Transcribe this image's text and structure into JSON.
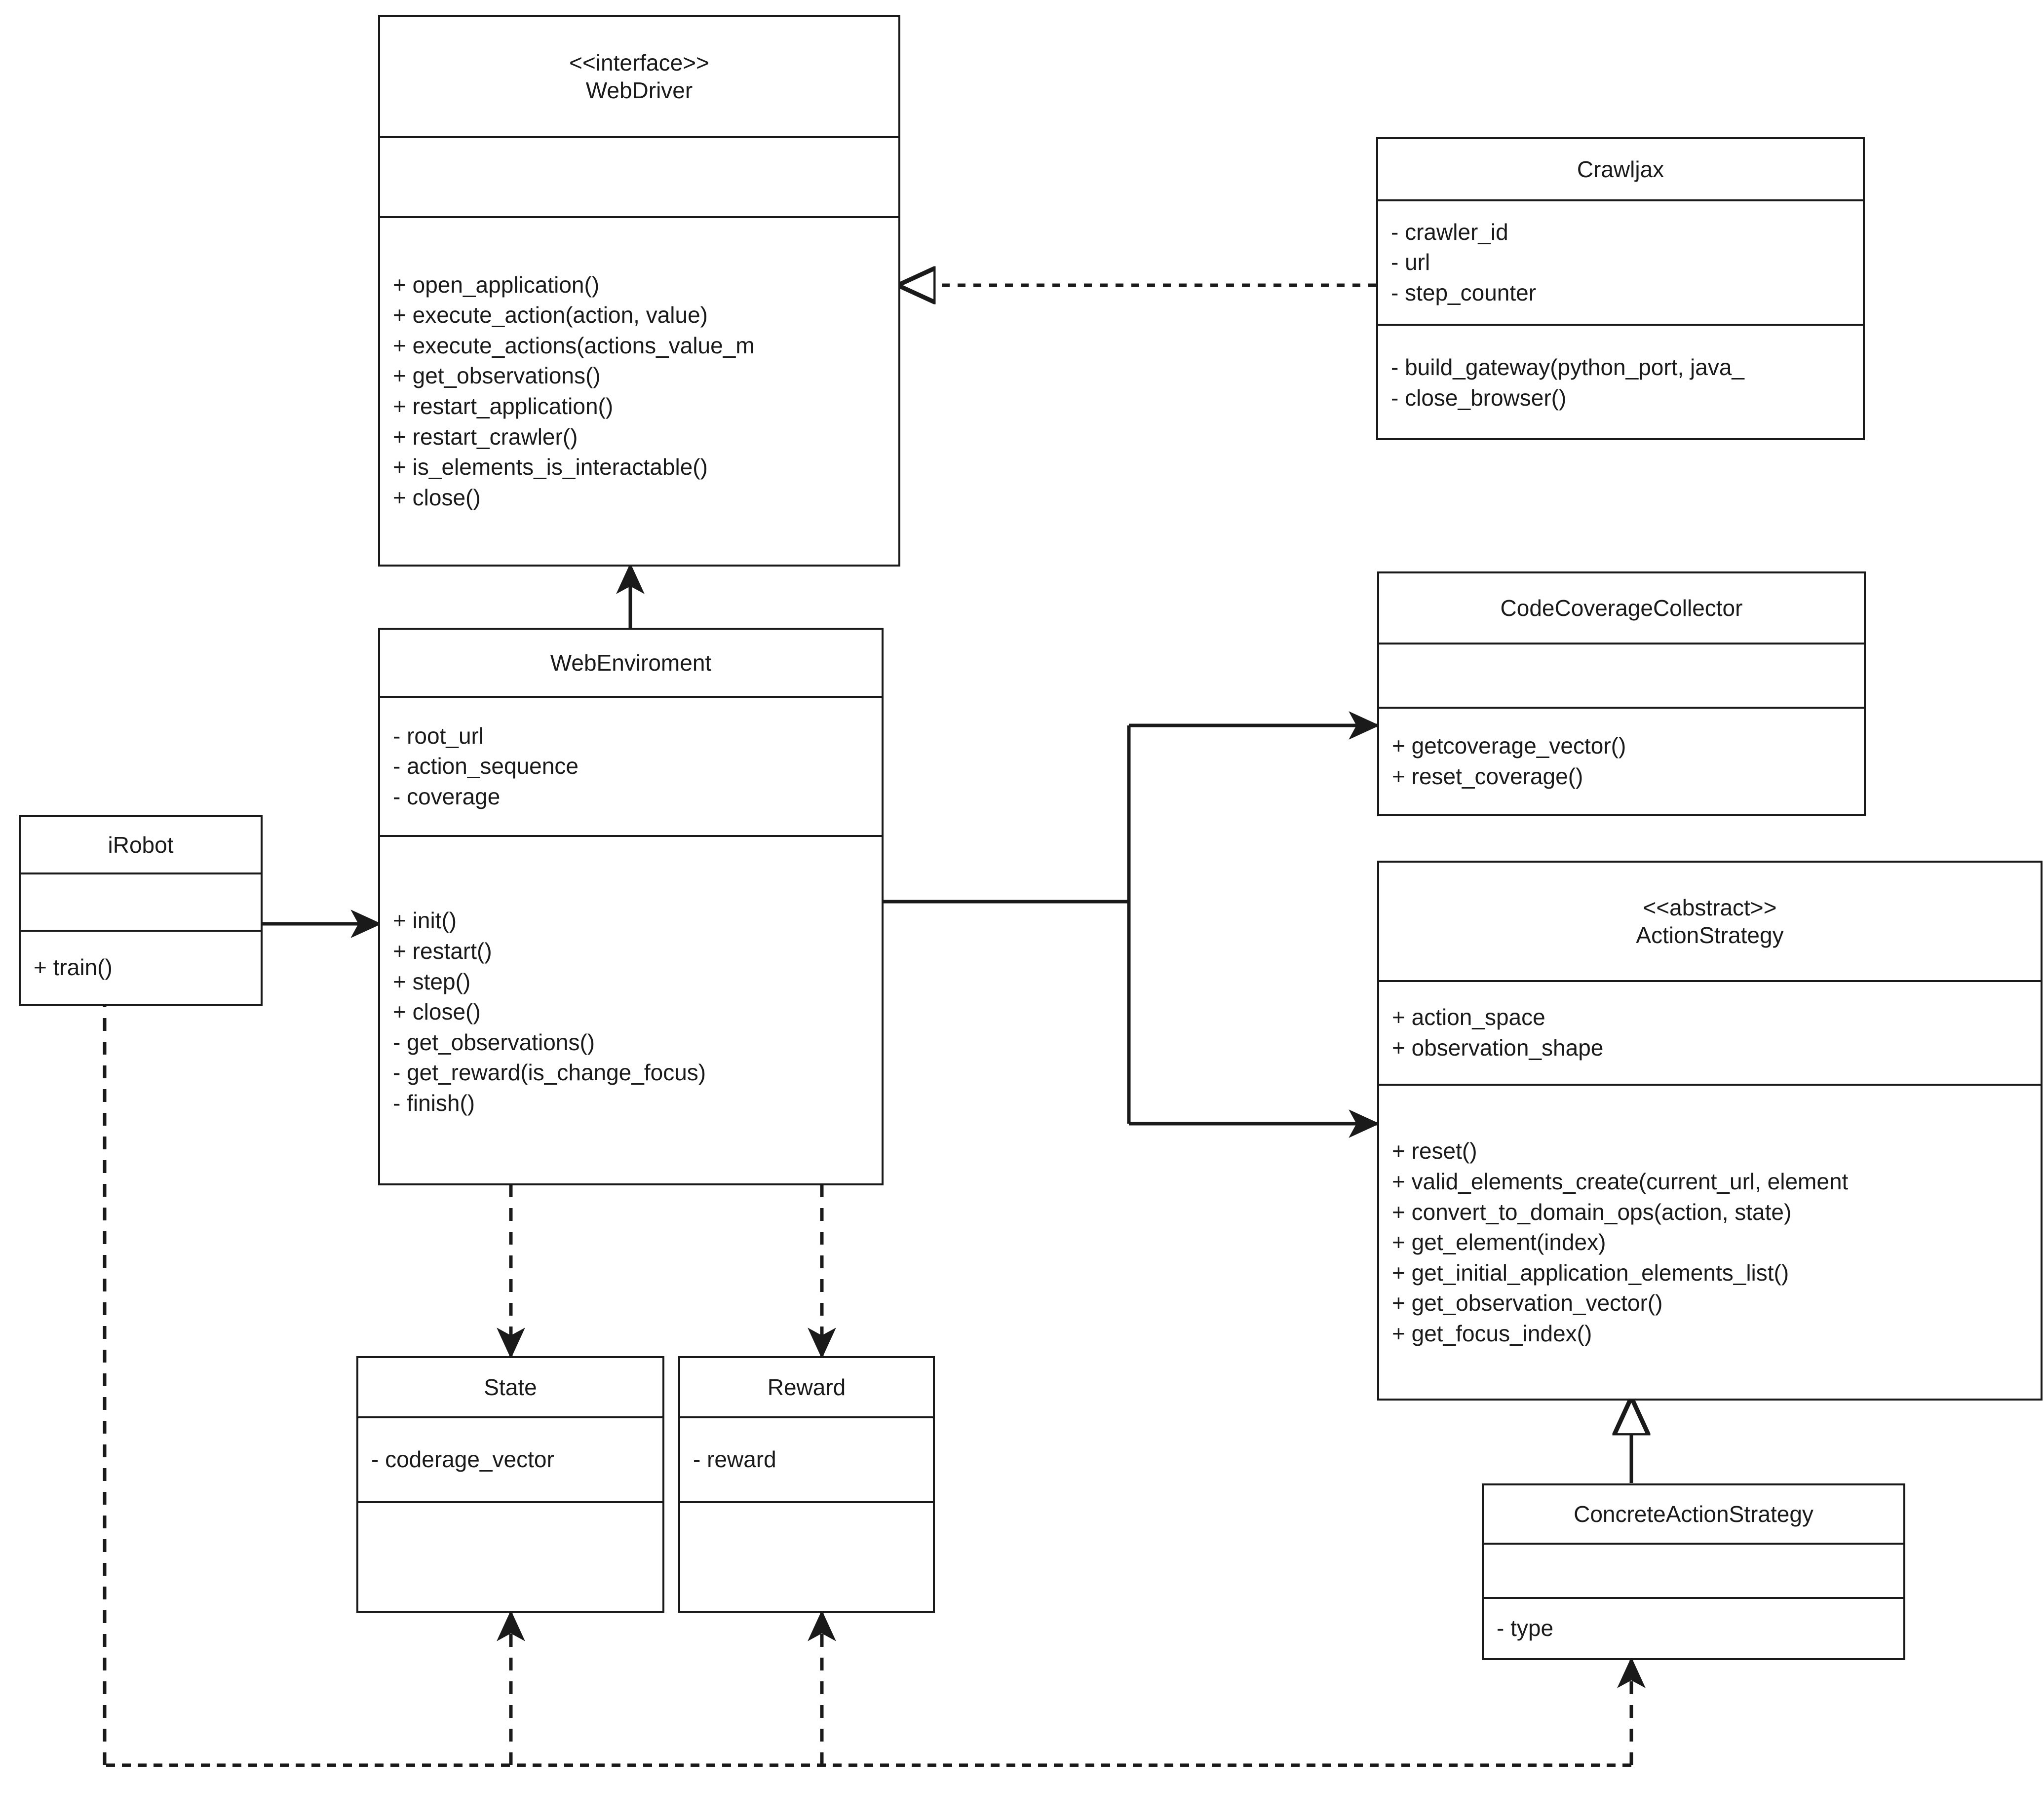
{
  "diagram": {
    "kind": "uml-class-diagram",
    "background": "#ffffff",
    "line_color": "#1a1a1a"
  },
  "classes": {
    "webdriver": {
      "stereotype": "<<interface>>",
      "name": "WebDriver",
      "attributes": [],
      "methods": [
        "+ open_application()",
        "+ execute_action(action, value)",
        "+ execute_actions(actions_value_m",
        "+ get_observations()",
        "+ restart_application()",
        "+ restart_crawler()",
        "+ is_elements_is_interactable()",
        "+ close()"
      ]
    },
    "crawljax": {
      "stereotype": "",
      "name": "Crawljax",
      "attributes": [
        "- crawler_id",
        "- url",
        "- step_counter"
      ],
      "methods": [
        "- build_gateway(python_port, java_",
        "- close_browser()"
      ]
    },
    "codecoveragecollector": {
      "stereotype": "",
      "name": "CodeCoverageCollector",
      "attributes": [],
      "methods": [
        "+ getcoverage_vector()",
        "+ reset_coverage()"
      ]
    },
    "webenviroment": {
      "stereotype": "",
      "name": "WebEnviroment",
      "attributes": [
        "- root_url",
        "- action_sequence",
        "- coverage"
      ],
      "methods": [
        "+ init()",
        "+ restart()",
        "+ step()",
        "+ close()",
        "- get_observations()",
        "- get_reward(is_change_focus)",
        "- finish()"
      ]
    },
    "irobot": {
      "stereotype": "",
      "name": "iRobot",
      "attributes": [],
      "methods": [
        "+ train()"
      ]
    },
    "actionstrategy": {
      "stereotype": "<<abstract>>",
      "name": "ActionStrategy",
      "attributes": [
        "+ action_space",
        "+ observation_shape"
      ],
      "methods": [
        "+ reset()",
        "+ valid_elements_create(current_url, element",
        "+ convert_to_domain_ops(action, state)",
        "+ get_element(index)",
        "+ get_initial_application_elements_list()",
        "+ get_observation_vector()",
        "+ get_focus_index()"
      ]
    },
    "state": {
      "stereotype": "",
      "name": "State",
      "attributes": [
        "- coderage_vector"
      ],
      "methods": []
    },
    "reward": {
      "stereotype": "",
      "name": "Reward",
      "attributes": [
        "- reward"
      ],
      "methods": []
    },
    "concreteactionstrategy": {
      "stereotype": "",
      "name": "ConcreteActionStrategy",
      "attributes": [],
      "methods": [
        "- type"
      ]
    }
  },
  "relationships": [
    {
      "id": "crawljax-realizes-webdriver",
      "from": "crawljax",
      "to": "webdriver",
      "type": "realization",
      "style": "dashed",
      "arrowhead": "hollow-triangle"
    },
    {
      "id": "webenviroment-uses-webdriver",
      "from": "webenviroment",
      "to": "webdriver",
      "type": "association",
      "style": "solid",
      "arrowhead": "filled-arrow"
    },
    {
      "id": "irobot-uses-webenviroment",
      "from": "irobot",
      "to": "webenviroment",
      "type": "association",
      "style": "solid",
      "arrowhead": "filled-arrow"
    },
    {
      "id": "webenviroment-uses-codecoveragecollector",
      "from": "webenviroment",
      "to": "codecoveragecollector",
      "type": "association",
      "style": "solid",
      "arrowhead": "filled-arrow"
    },
    {
      "id": "webenviroment-uses-actionstrategy",
      "from": "webenviroment",
      "to": "actionstrategy",
      "type": "association",
      "style": "solid",
      "arrowhead": "filled-arrow"
    },
    {
      "id": "webenviroment-creates-state",
      "from": "webenviroment",
      "to": "state",
      "type": "dependency",
      "style": "dashed",
      "arrowhead": "filled-arrow"
    },
    {
      "id": "webenviroment-creates-reward",
      "from": "webenviroment",
      "to": "reward",
      "type": "dependency",
      "style": "dashed",
      "arrowhead": "filled-arrow"
    },
    {
      "id": "concreteactionstrategy-extends-actionstrategy",
      "from": "concreteactionstrategy",
      "to": "actionstrategy",
      "type": "generalization",
      "style": "solid",
      "arrowhead": "hollow-triangle"
    },
    {
      "id": "irobot-reads-state",
      "from": "irobot",
      "to": "state",
      "type": "dependency",
      "style": "dashed",
      "arrowhead": "filled-arrow"
    },
    {
      "id": "irobot-reads-reward",
      "from": "irobot",
      "to": "reward",
      "type": "dependency",
      "style": "dashed",
      "arrowhead": "filled-arrow"
    },
    {
      "id": "concreteactionstrategy-feedback",
      "from": "concreteactionstrategy",
      "to": "irobot",
      "type": "dependency",
      "style": "dashed",
      "arrowhead": "filled-arrow"
    }
  ]
}
